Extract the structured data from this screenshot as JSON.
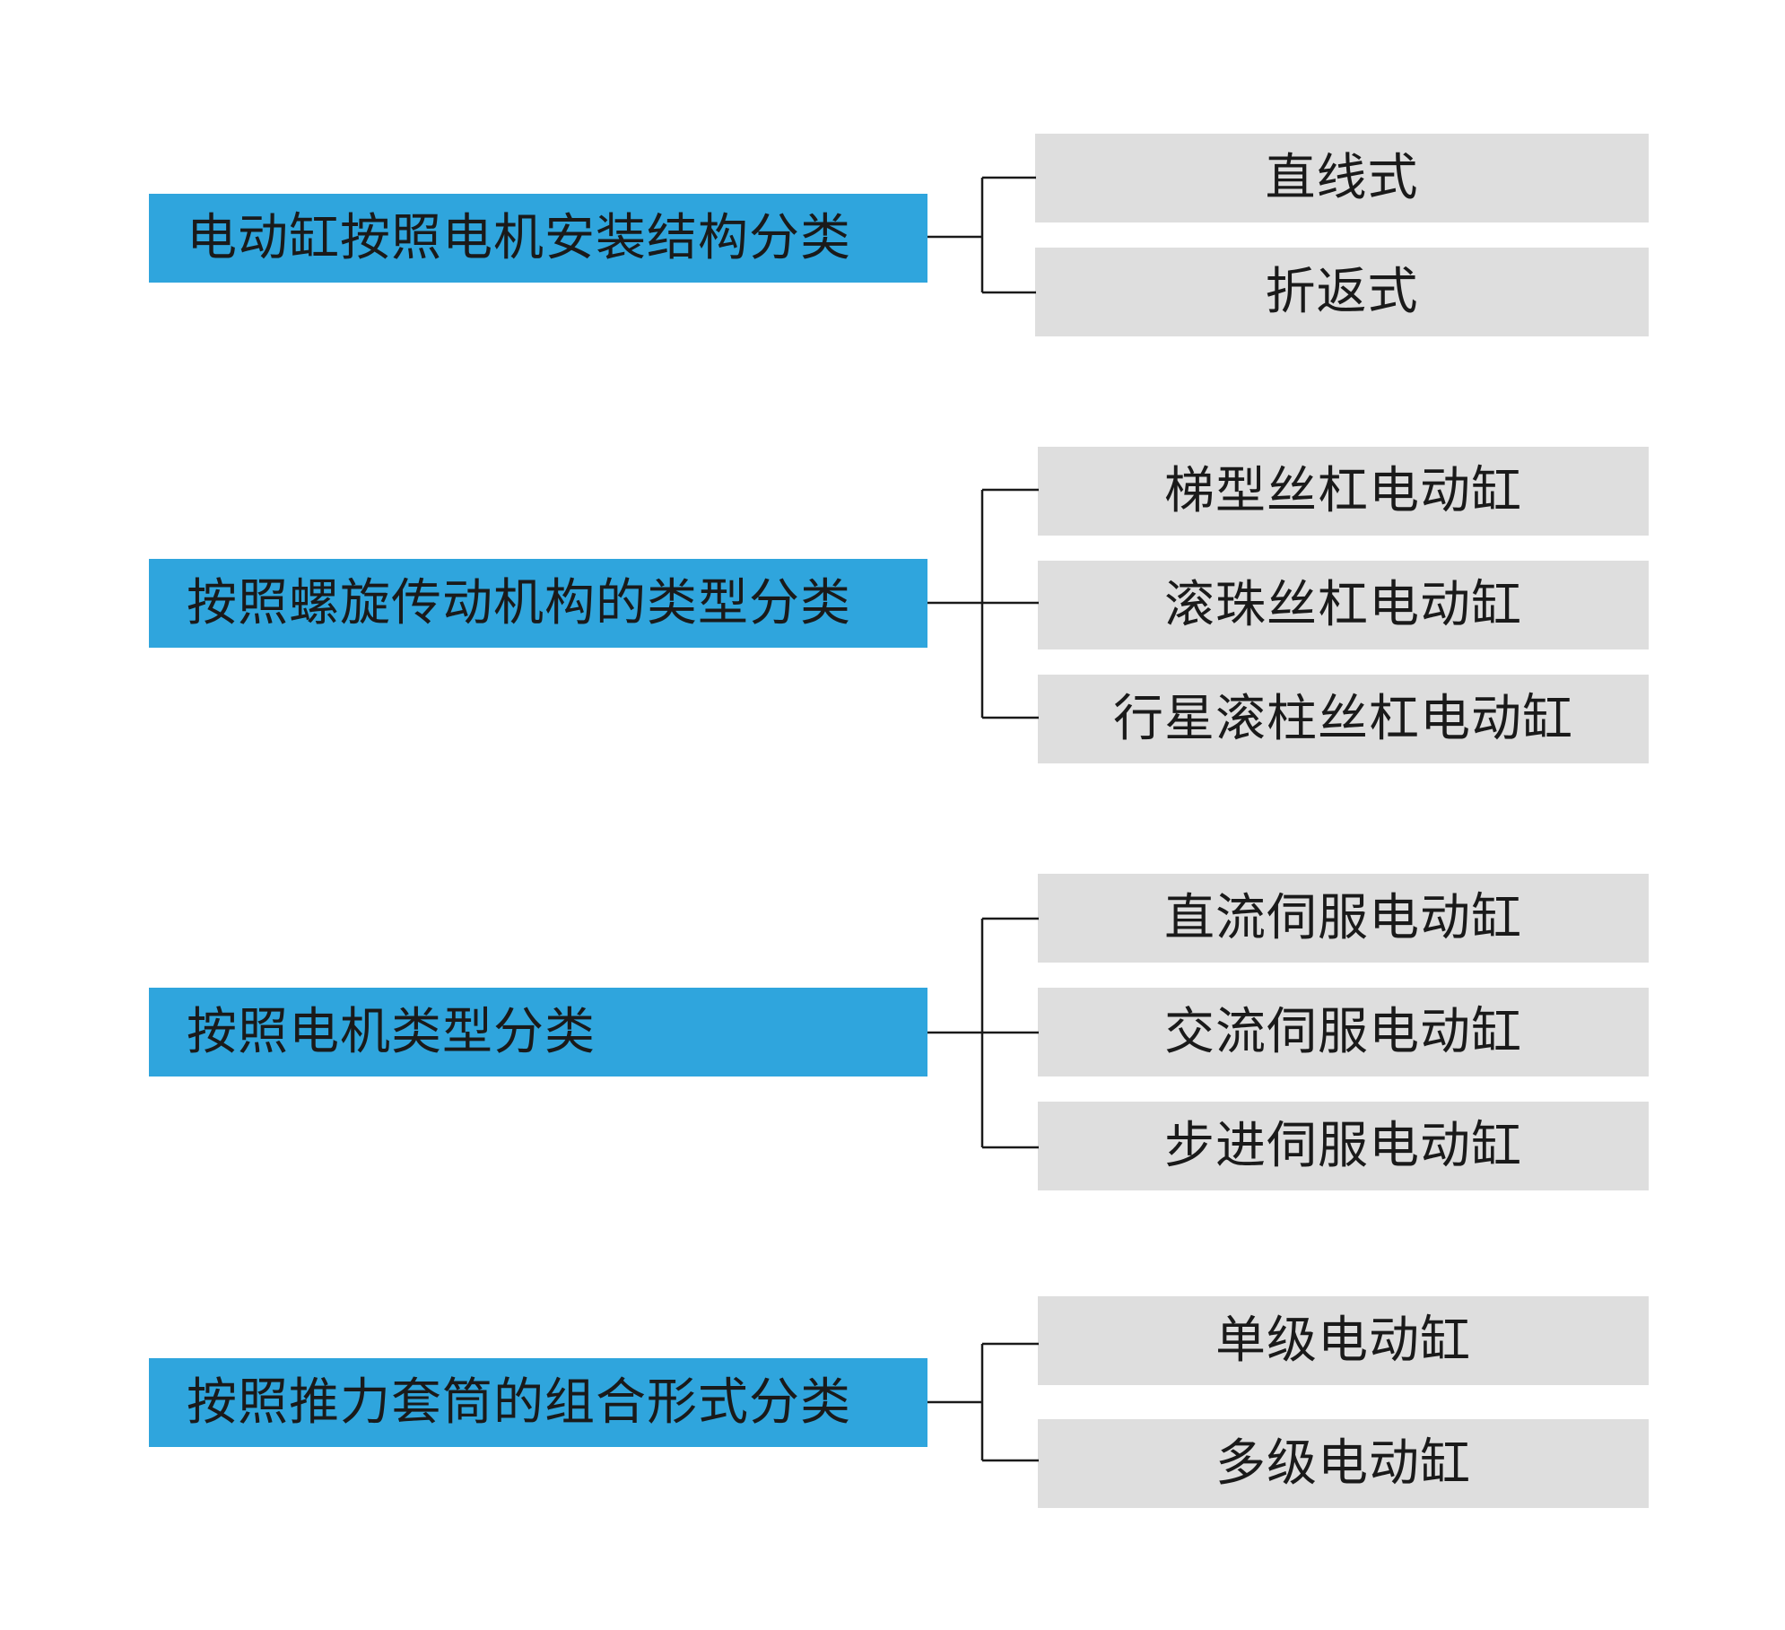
{
  "colors": {
    "parent_fill": "#2fa5dd",
    "child_fill": "#dedede",
    "connector": "#1a1a1a",
    "text": "#1a1a1a"
  },
  "groups": [
    {
      "label": "电动缸按照电机安装结构分类",
      "children": [
        "直线式",
        "折返式"
      ]
    },
    {
      "label": "按照螺旋传动机构的类型分类",
      "children": [
        "梯型丝杠电动缸",
        "滚珠丝杠电动缸",
        "行星滚柱丝杠电动缸"
      ]
    },
    {
      "label": "按照电机类型分类",
      "children": [
        "直流伺服电动缸",
        "交流伺服电动缸",
        "步进伺服电动缸"
      ]
    },
    {
      "label": "按照推力套筒的组合形式分类",
      "children": [
        "单级电动缸",
        "多级电动缸"
      ]
    }
  ]
}
